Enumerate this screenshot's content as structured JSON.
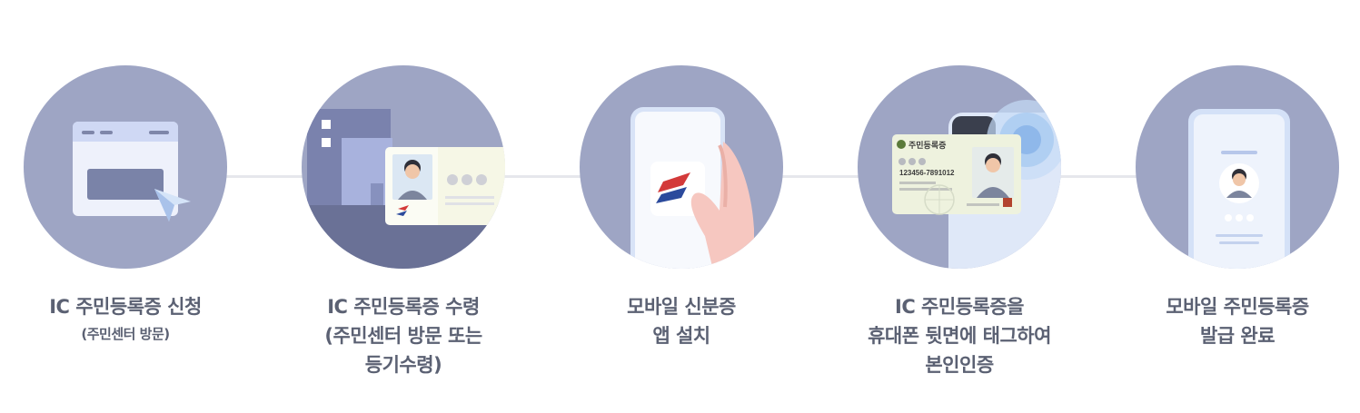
{
  "steps": [
    {
      "id": "apply",
      "icon": "browser-window-icon",
      "lines": [
        "IC 주민등록증 신청"
      ],
      "sub": "(주민센터 방문)"
    },
    {
      "id": "receive",
      "icon": "building-idcard-icon",
      "lines": [
        "IC 주민등록증 수령",
        "(주민센터 방문 또는",
        "등기수령)"
      ]
    },
    {
      "id": "install",
      "icon": "phone-app-icon",
      "lines": [
        "모바일 신분증",
        "앱 설치"
      ]
    },
    {
      "id": "verify",
      "icon": "nfc-tag-card-icon",
      "card_title": "주민등록증",
      "card_number": "123456-7891012",
      "lines": [
        "IC 주민등록증을",
        "휴대폰 뒷면에 태그하여",
        "본인인증"
      ]
    },
    {
      "id": "complete",
      "icon": "mobile-id-complete-icon",
      "lines": [
        "모바일 주민등록증",
        "발급 완료"
      ]
    }
  ],
  "colors": {
    "circle": "#9ea5c4",
    "connector": "#e6e7ec",
    "label": "#5b6173",
    "accent_red": "#d33a3a",
    "accent_blue": "#2b4a9c"
  }
}
